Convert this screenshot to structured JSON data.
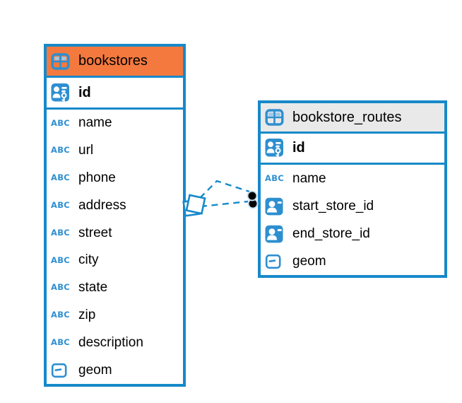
{
  "colors": {
    "accent_blue": "#1789c9",
    "icon_blue": "#2e8fd0",
    "header_orange": "#f4793e",
    "header_gray": "#e9e9e9",
    "background": "#ffffff"
  },
  "icons": {
    "text_type_label": "ABC"
  },
  "tables": [
    {
      "name": "bookstores",
      "header_color": "#f4793e",
      "primary_key": {
        "label": "id"
      },
      "columns": [
        {
          "label": "name",
          "type": "text"
        },
        {
          "label": "url",
          "type": "text"
        },
        {
          "label": "phone",
          "type": "text"
        },
        {
          "label": "address",
          "type": "text"
        },
        {
          "label": "street",
          "type": "text"
        },
        {
          "label": "city",
          "type": "text"
        },
        {
          "label": "state",
          "type": "text"
        },
        {
          "label": "zip",
          "type": "text"
        },
        {
          "label": "description",
          "type": "text"
        },
        {
          "label": "geom",
          "type": "geometry"
        }
      ]
    },
    {
      "name": "bookstore_routes",
      "header_color": "#e9e9e9",
      "primary_key": {
        "label": "id"
      },
      "columns": [
        {
          "label": "name",
          "type": "text"
        },
        {
          "label": "start_store_id",
          "type": "reference"
        },
        {
          "label": "end_store_id",
          "type": "reference"
        },
        {
          "label": "geom",
          "type": "geometry"
        }
      ]
    }
  ],
  "relationships": [
    {
      "from": "bookstores",
      "to": "bookstore_routes",
      "line_style": "dashed",
      "from_marker": "diamond",
      "to_marker": "black-dot"
    },
    {
      "from": "bookstores",
      "to": "bookstore_routes",
      "line_style": "dashed",
      "from_marker": "diamond",
      "to_marker": "black-dot"
    }
  ]
}
